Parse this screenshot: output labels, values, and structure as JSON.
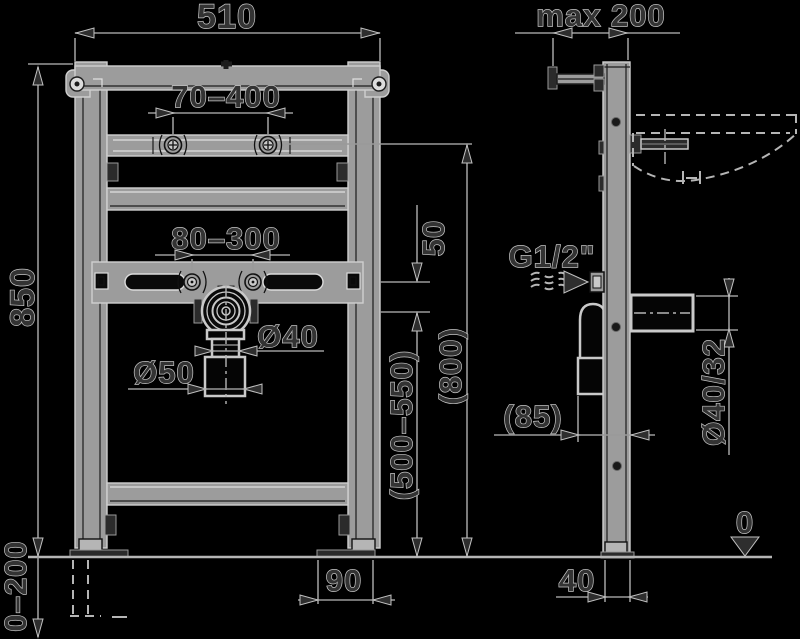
{
  "drawing": {
    "title": "Washbasin mounting frame installation drawing",
    "front_view": {
      "frame_width": "510",
      "frame_height": "850",
      "leg_adjustment_range": "0–200",
      "faucet_bolt_spacing": "70–400",
      "basin_bolt_spacing": "80–300",
      "bolt_to_drain_offset": "50",
      "faucet_height": "(800)",
      "drain_height_range": "(500–550)",
      "drain_pipe_diameter": "Ø40",
      "trap_pipe_diameter": "Ø50",
      "foot_plate_length": "90"
    },
    "side_view": {
      "wall_offset_max": "max 200",
      "water_connection": "G1/2\"",
      "trap_offset": "(85)",
      "waste_pipe_diameter": "Ø40/32",
      "profile_depth": "40",
      "floor_level": "0"
    },
    "colors": {
      "background": "#000000",
      "frame_fill": "#9c9c9c",
      "line": "#b5b5b5",
      "dimension_line": "#9a9a9a",
      "text_fill": "#333333",
      "text_outline": "#c6c6c6"
    }
  }
}
